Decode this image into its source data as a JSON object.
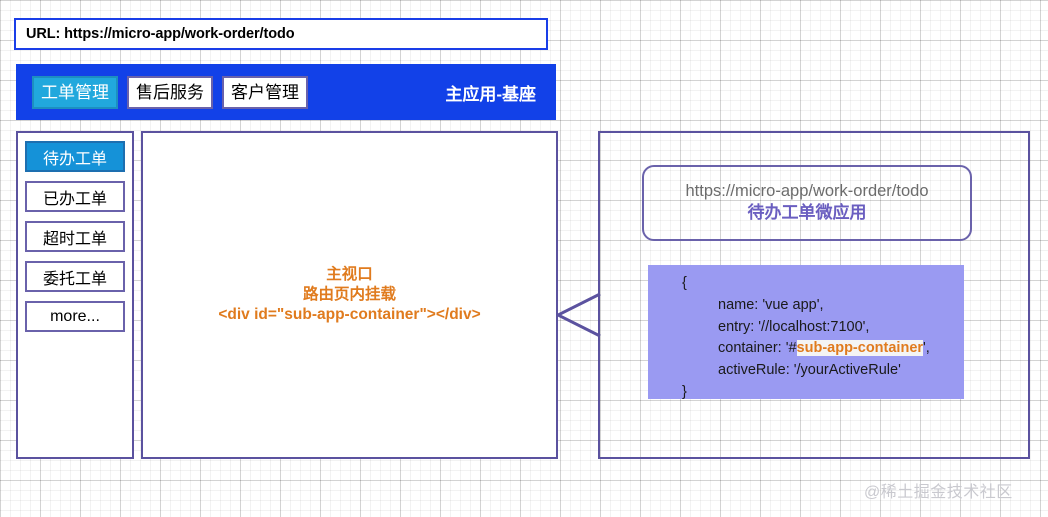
{
  "url_bar": {
    "label": "URL: https://micro-app/work-order/todo"
  },
  "top_nav": {
    "tabs": [
      {
        "label": "工单管理",
        "state": "active"
      },
      {
        "label": "售后服务",
        "state": "inactive"
      },
      {
        "label": "客户管理",
        "state": "inactive"
      }
    ],
    "title": "主应用-基座",
    "bar_color": "#1241e8",
    "active_tab_color": "#21a8dd"
  },
  "sidebar": {
    "items": [
      {
        "label": "待办工单",
        "state": "active"
      },
      {
        "label": "已办工单",
        "state": "normal"
      },
      {
        "label": "超时工单",
        "state": "normal"
      },
      {
        "label": "委托工单",
        "state": "normal"
      },
      {
        "label": "more...",
        "state": "normal"
      }
    ],
    "active_color": "#1592d8"
  },
  "main_viewport": {
    "line1": "主视口",
    "line2": "路由页内挂载",
    "line3": "<div id=\"sub-app-container\"></div>",
    "text_color": "#e07b1e"
  },
  "connector": {
    "name": "arrow-left"
  },
  "right_panel": {
    "microapp": {
      "url": "https://micro-app/work-order/todo",
      "name": "待办工单微应用",
      "name_color": "#6a5ec0"
    },
    "code": {
      "open_brace": "{",
      "lines": [
        {
          "text": "name: 'vue app',"
        },
        {
          "text": "entry: '//localhost:7100',"
        },
        {
          "prefix": "container: '#",
          "highlight": "sub-app-container",
          "suffix": "',"
        },
        {
          "text": "activeRule: '/yourActiveRule'"
        }
      ],
      "close_brace": "}",
      "background": "#9a9af2",
      "highlight_color": "#e07b1e"
    }
  },
  "watermark": {
    "text": "@稀土掘金技术社区"
  }
}
